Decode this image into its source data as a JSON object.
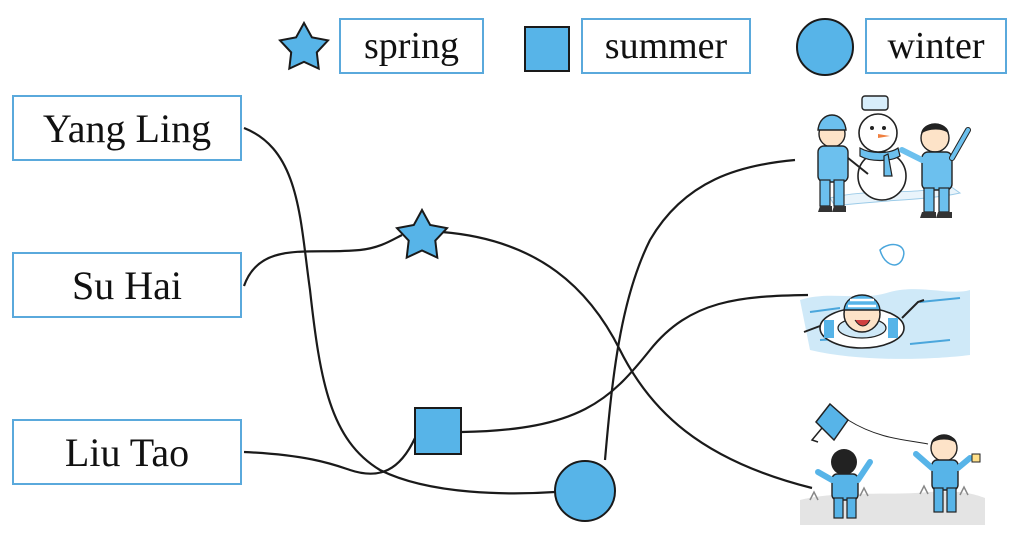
{
  "legend": [
    {
      "icon": "star-icon",
      "label": "spring"
    },
    {
      "icon": "square-icon",
      "label": "summer"
    },
    {
      "icon": "circle-icon",
      "label": "winter"
    }
  ],
  "names": [
    "Yang Ling",
    "Su Hai",
    "Liu Tao"
  ],
  "colors": {
    "symbol_fill": "#57b4e8",
    "box_border": "#5aa9dc",
    "line": "#1a1a1a",
    "cloth": "#6cc0ee"
  }
}
